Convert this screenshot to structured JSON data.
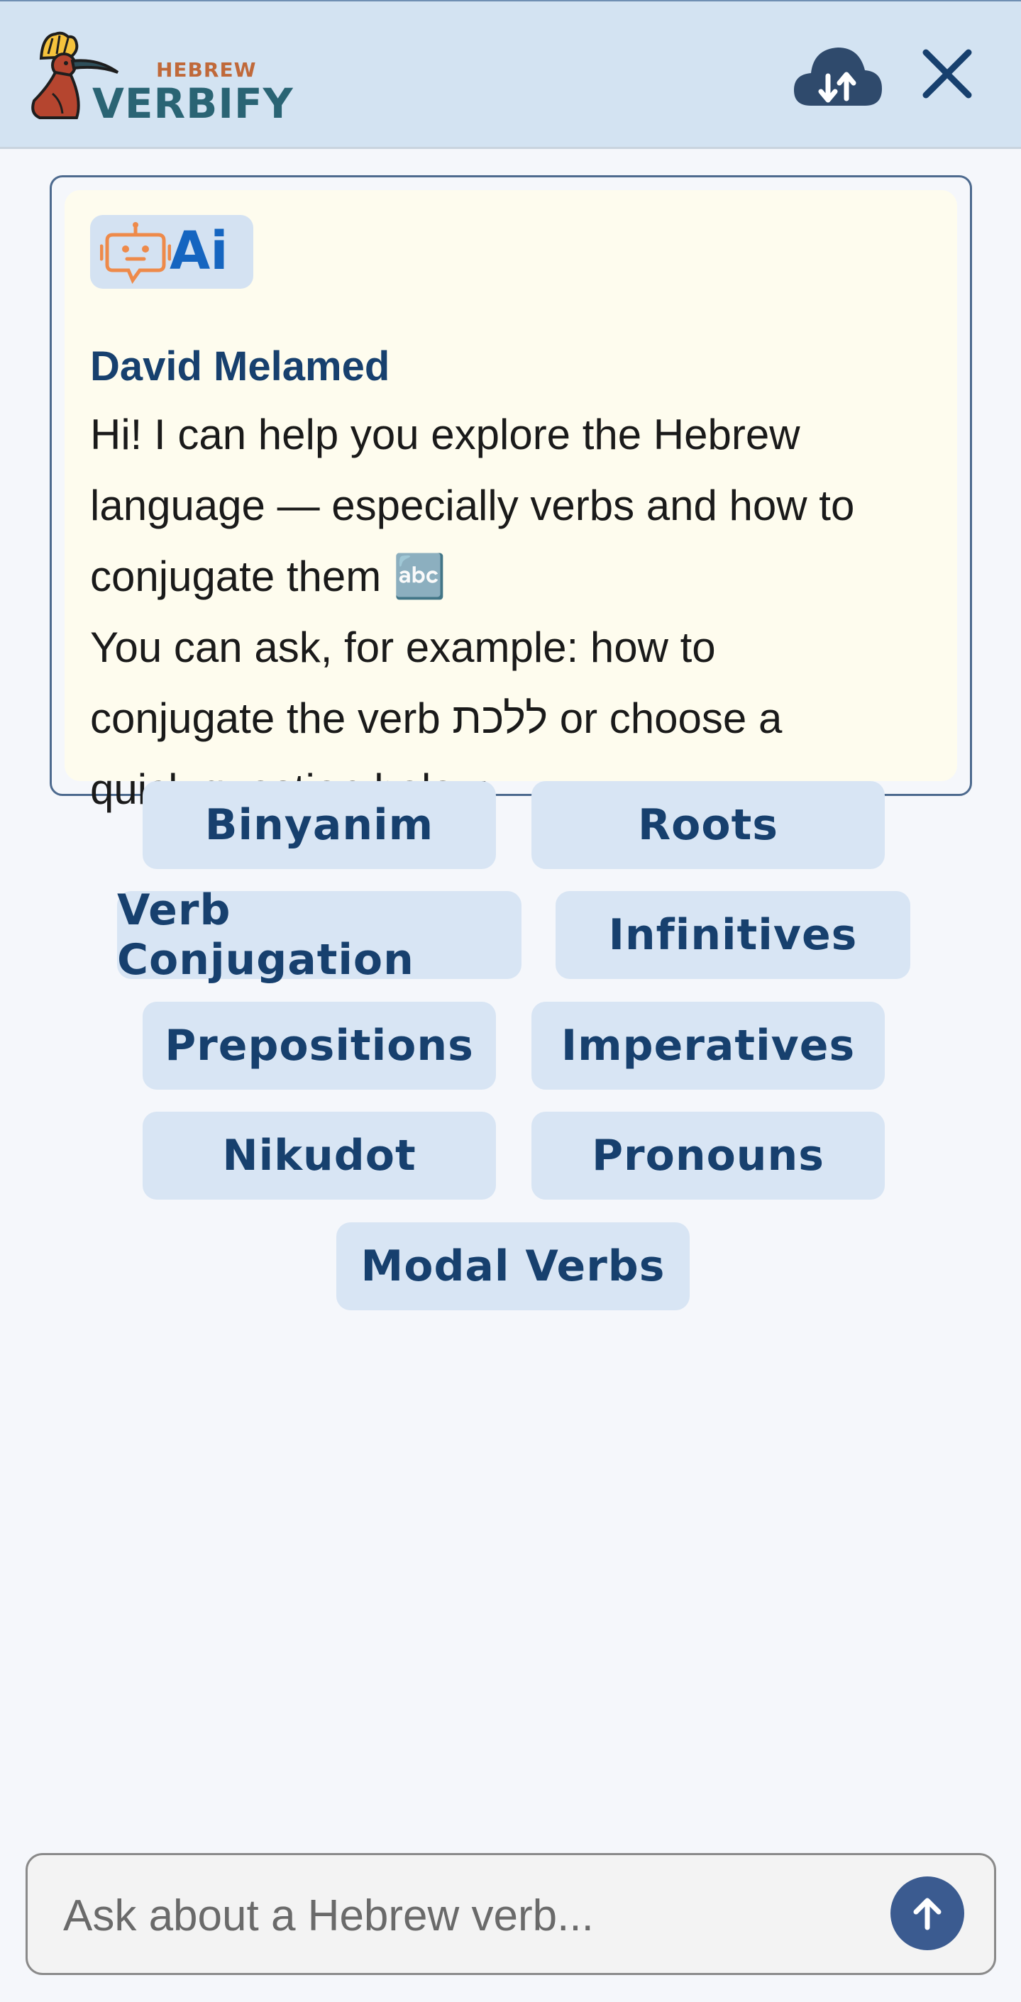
{
  "header": {
    "brand_small": "HEBREW",
    "brand_large": "VERBIFY",
    "logo_icon": "hoopoe-bird-icon",
    "sync_icon": "cloud-sync-icon",
    "close_icon": "close-icon"
  },
  "chat": {
    "badge_text": "Ai",
    "badge_icon": "robot-chat-icon",
    "author": "David Melamed",
    "message_lines": [
      "Hi! I can help you explore the Hebrew",
      "language — especially verbs and how to",
      "conjugate them 🔤",
      "You can ask, for example: how to",
      "conjugate the verb ללכת or choose a",
      "quick question below."
    ],
    "quick_questions": [
      "Binyanim",
      "Roots",
      "Verb Conjugation",
      "Infinitives",
      "Prepositions",
      "Imperatives",
      "Nikudot",
      "Pronouns",
      "Modal Verbs"
    ]
  },
  "composer": {
    "placeholder": "Ask about a Hebrew verb...",
    "send_icon": "arrow-up-icon"
  },
  "colors": {
    "header_bg": "#d3e3f2",
    "bubble_bg": "#fefcee",
    "chip_bg": "#d8e5f4",
    "primary_text": "#17406e",
    "send_button": "#3b5b90"
  }
}
